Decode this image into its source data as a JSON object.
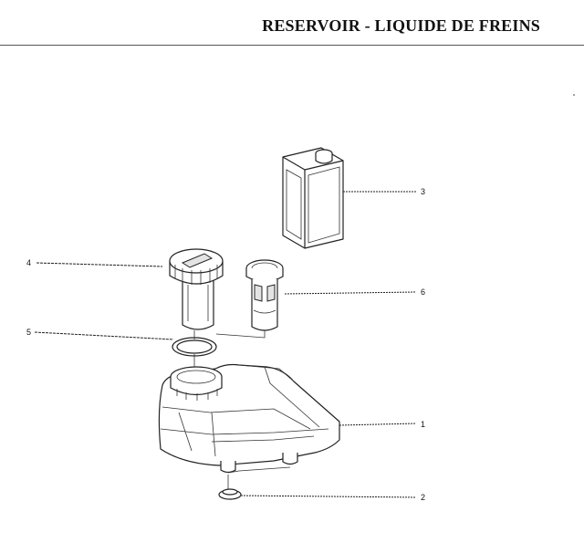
{
  "header": {
    "title": "RESERVOIR - LIQUIDE DE FREINS"
  },
  "callouts": [
    {
      "id": "1",
      "label": "1"
    },
    {
      "id": "2",
      "label": "2"
    },
    {
      "id": "3",
      "label": "3"
    },
    {
      "id": "4",
      "label": "4"
    },
    {
      "id": "5",
      "label": "5"
    },
    {
      "id": "6",
      "label": "6"
    }
  ],
  "parts": [
    {
      "ref": "1",
      "name": "reservoir"
    },
    {
      "ref": "2",
      "name": "grommet"
    },
    {
      "ref": "3",
      "name": "fluid-can"
    },
    {
      "ref": "4",
      "name": "filler-cap"
    },
    {
      "ref": "5",
      "name": "seal-ring"
    },
    {
      "ref": "6",
      "name": "strainer"
    }
  ]
}
